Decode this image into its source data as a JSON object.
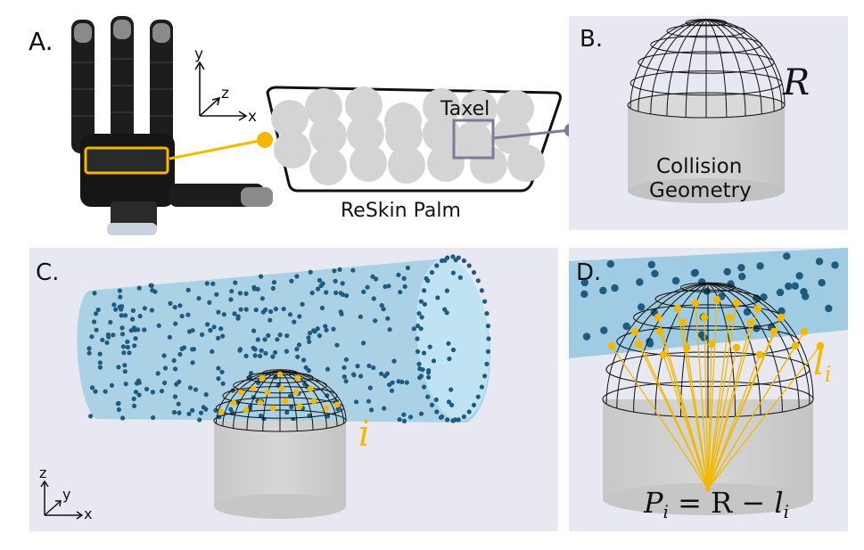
{
  "panels": {
    "a": {
      "label": "A.",
      "axes": {
        "y": "y",
        "z": "z",
        "x": "x"
      },
      "taxel_label": "Taxel",
      "palm_label": "ReSkin Palm"
    },
    "b": {
      "label": "B.",
      "radius_label": "R",
      "geometry_line1": "Collision",
      "geometry_line2": "Geometry"
    },
    "c": {
      "label": "C.",
      "index_label": "i",
      "axes": {
        "z": "z",
        "y": "y",
        "x": "x"
      }
    },
    "d": {
      "label": "D.",
      "length_label_main": "l",
      "length_label_sub": "i",
      "equation": {
        "p": "P",
        "p_sub": "i",
        "eq": " = R − ",
        "l": "l",
        "l_sub": "i"
      }
    }
  },
  "colors": {
    "panel_bg": "#e8e8f2",
    "accent": "#f5b800",
    "point": "#1e5b80",
    "obstacle": "#9fcce2",
    "taxel_box": "#7c7a98",
    "collision": "#cfcfcf"
  }
}
